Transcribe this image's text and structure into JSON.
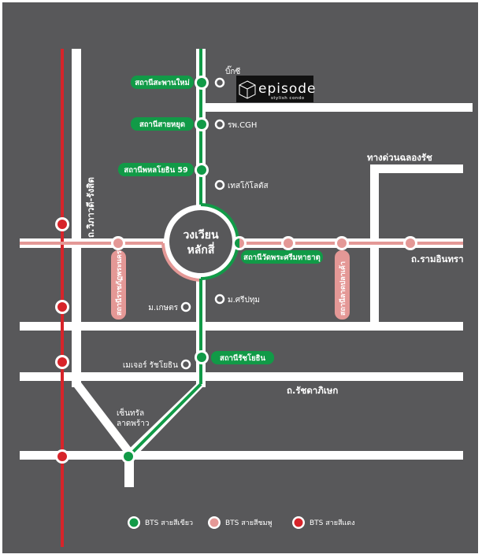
{
  "colors": {
    "background": "#58585a",
    "road": "#ffffff",
    "green_line": "#119a47",
    "pink_line": "#e49896",
    "red_line": "#d7242a",
    "label_box_green": "#119a47",
    "label_box_pink": "#e49896",
    "logo_bg": "#111111"
  },
  "logo": {
    "name": "episode",
    "tagline": "stylish condo"
  },
  "roads": {
    "vibhavadi": "ถ.วิภาวดี-รังสิต",
    "ram_inthra": "ถ.รามอินทรา",
    "ratchadaphisek": "ถ.รัชดาภิเษก",
    "expressway": "ทางด่วนฉลองรัช"
  },
  "circle": {
    "line1": "วงเวียน",
    "line2": "หลักสี่"
  },
  "green_stations": {
    "saphan_mai": "สถานีสะพานใหม่",
    "sai_yud": "สถานีสายหยุด",
    "phahon59": "สถานีพหลโยธิน 59",
    "wat_phra_sri": "สถานีวัดพระศรีมหาธาตุ",
    "ratchayothin": "สถานีรัชโยธิน"
  },
  "pink_stations": {
    "ratchakarn": "สถานีราชภัฏพระนคร",
    "lat_pla_khao": "สถานีลาดปลาเค้า"
  },
  "landmarks": {
    "big_c": "บิ๊กซี",
    "cgh": "รพ.CGH",
    "tesco": "เทสโก้โลตัส",
    "kaset": "ม.เกษตร",
    "sripathum": "ม.ศรีปทุม",
    "major": "เมเจอร์ รัชโยธิน",
    "central": [
      "เซ็นทรัล",
      "ลาดพร้าว"
    ]
  },
  "legend": [
    {
      "label": "BTS สายสีเขียว",
      "color": "#119a47"
    },
    {
      "label": "BTS สายสีชมพู",
      "color": "#e49896"
    },
    {
      "label": "BTS สายสีแดง",
      "color": "#d7242a"
    }
  ]
}
